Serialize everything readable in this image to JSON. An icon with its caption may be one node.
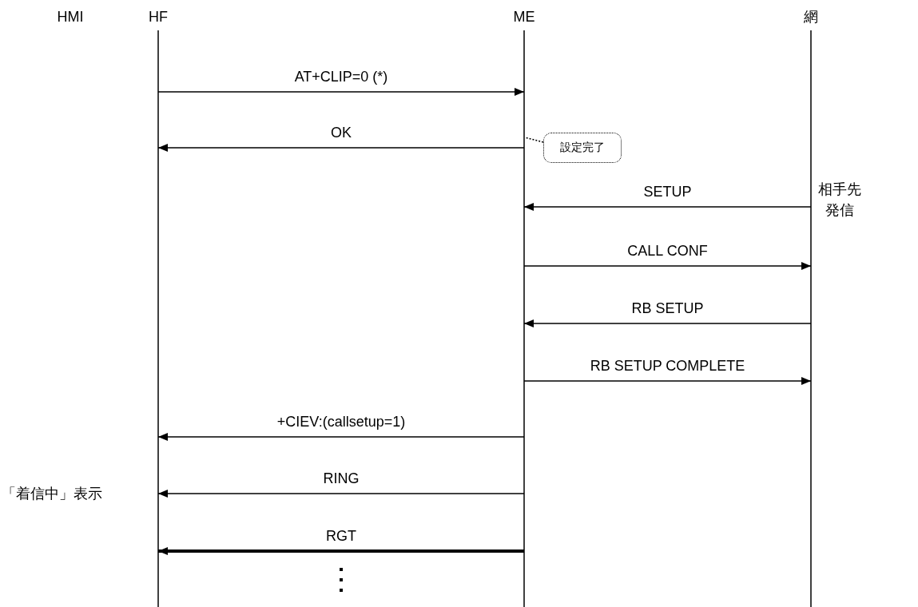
{
  "diagram": {
    "nodes": [
      {
        "text": [
          "HMI"
        ]
      },
      {
        "text": [
          "HF"
        ]
      },
      {
        "text": [
          "ME"
        ]
      },
      {
        "text": [
          "網"
        ]
      },
      {
        "text": [
          "設定完了"
        ]
      }
    ],
    "edges": [
      {
        "from": 1,
        "to": 2,
        "arrow": "to",
        "label": "AT+CLIP=0 (*)"
      },
      {
        "from": 2,
        "to": 1,
        "arrow": "to",
        "label": "OK"
      },
      {
        "from": 4,
        "to": 2,
        "arrow": "none",
        "style": "dashed"
      },
      {
        "from": 3,
        "to": 2,
        "arrow": "to",
        "label": "SETUP"
      },
      {
        "from": 2,
        "to": 3,
        "arrow": "to",
        "label": "CALL CONF"
      },
      {
        "from": 3,
        "to": 2,
        "arrow": "to",
        "label": "RB SETUP"
      },
      {
        "from": 2,
        "to": 3,
        "arrow": "to",
        "label": "RB SETUP COMPLETE"
      },
      {
        "from": 2,
        "to": 1,
        "arrow": "to",
        "label": "+CIEV:(callsetup=1)"
      },
      {
        "from": 2,
        "to": 1,
        "arrow": "to",
        "label": "RING"
      },
      {
        "from": 2,
        "to": 1,
        "arrow": "to",
        "label": "RGT",
        "style": "thick"
      }
    ],
    "labels": [
      "相手先発信",
      "「着信中」表示"
    ]
  }
}
